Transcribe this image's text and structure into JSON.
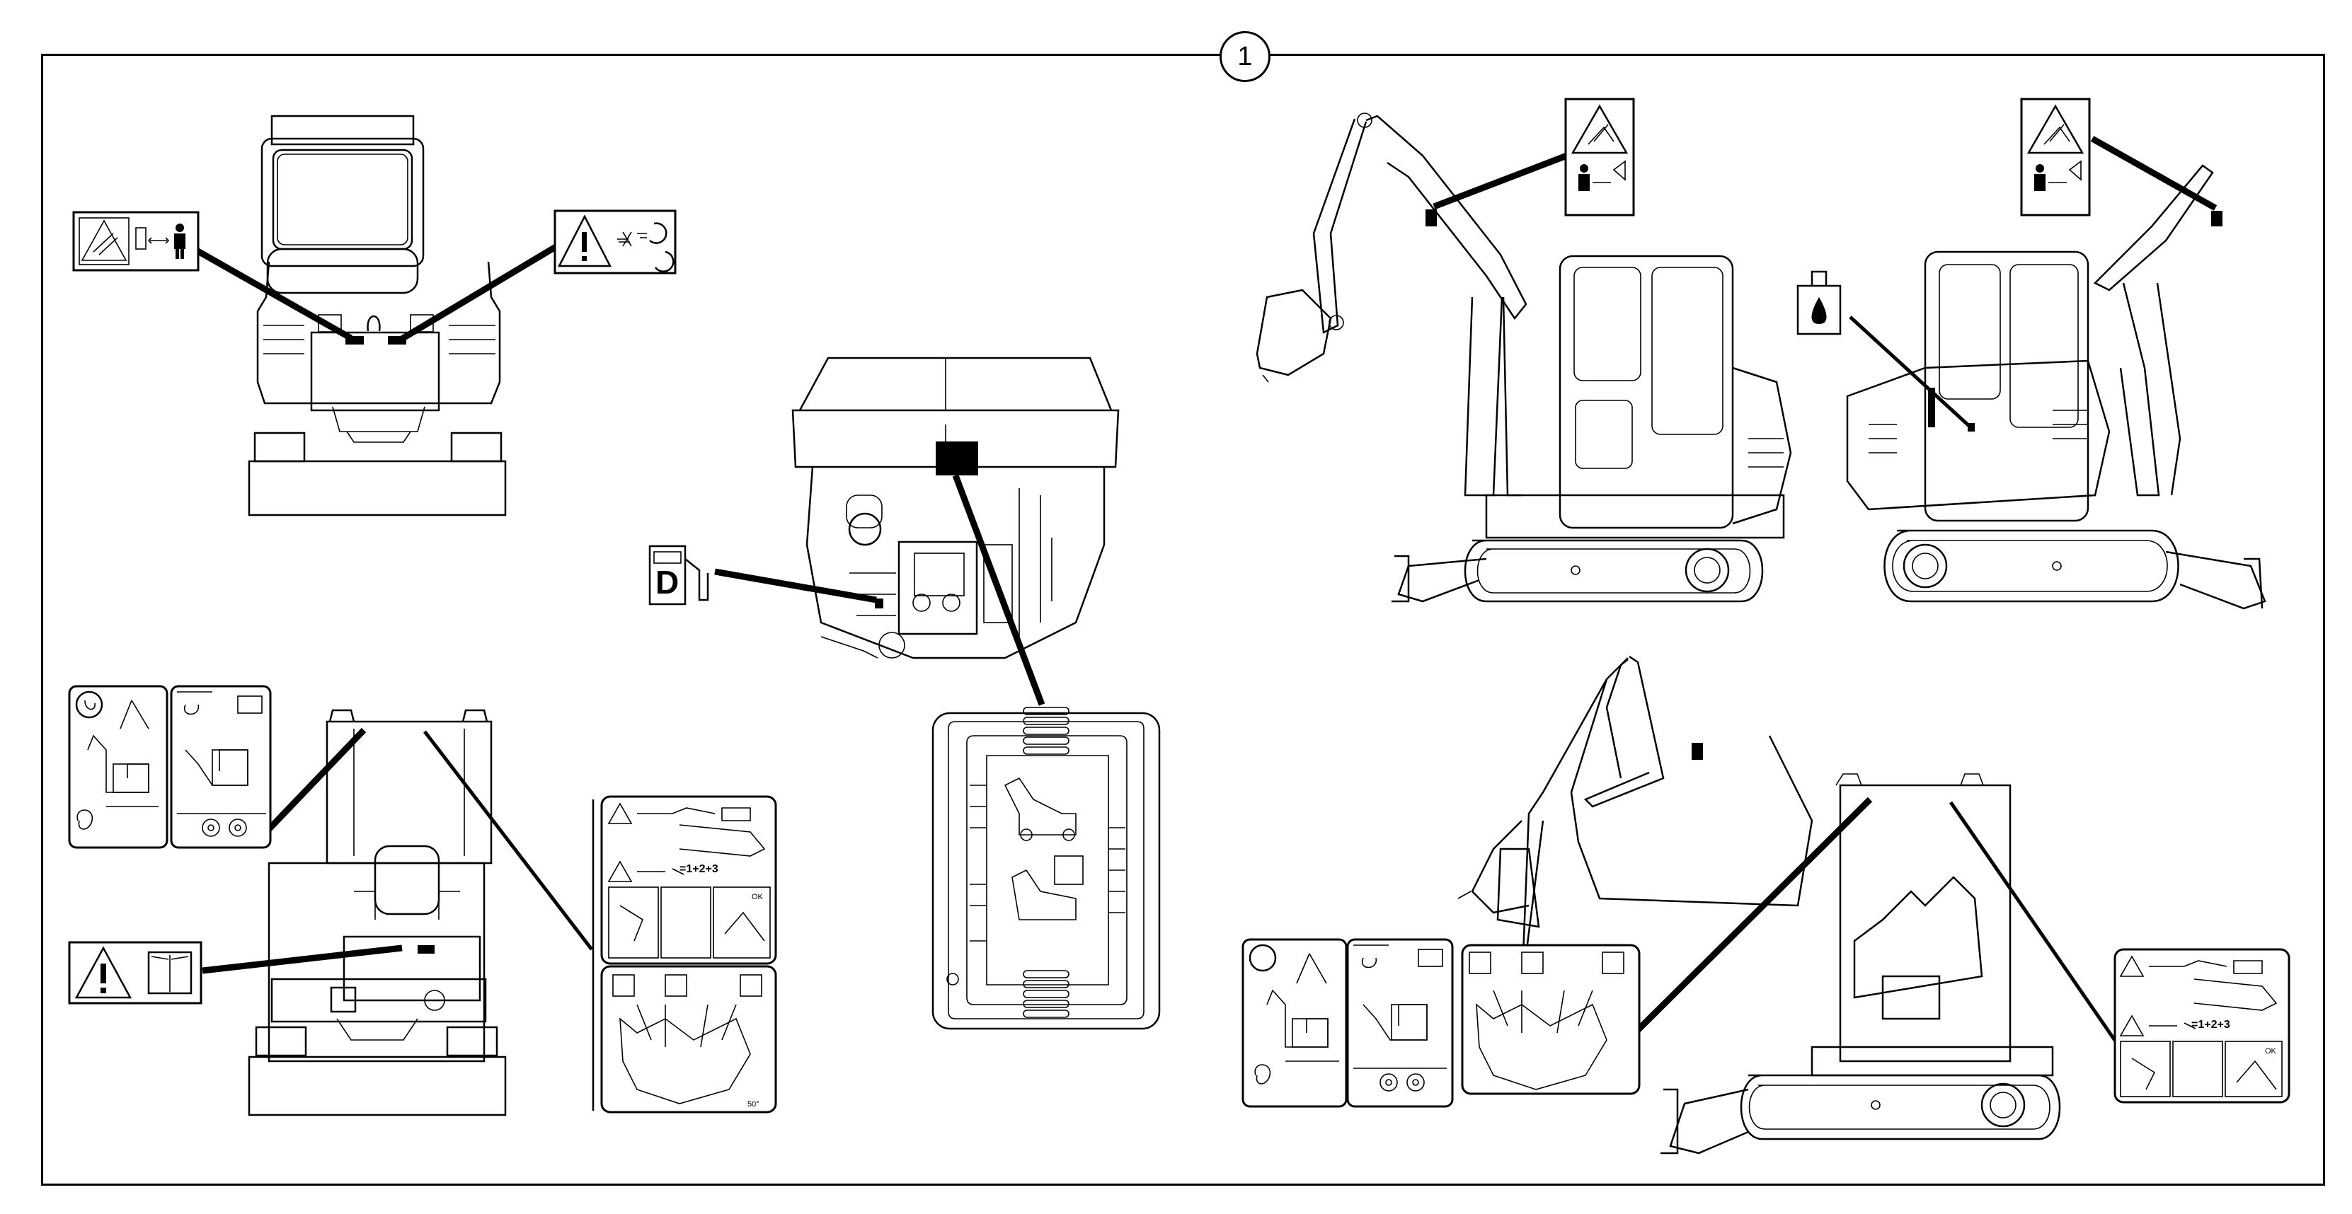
{
  "figure": {
    "callout_number": "1"
  },
  "icons": {
    "warning": "warning-triangle-icon",
    "operator": "operator-figure-icon",
    "fuel": "diesel-fuel-pump-icon",
    "hydraulic_oil": "hydraulic-oil-reservoir-icon",
    "manual": "operator-manual-book-icon",
    "lifting": "lifting-hook-icon",
    "crush": "crush-hazard-icon"
  },
  "labels": {
    "fuel_letter": "D",
    "decal_formula": "=1+2+3",
    "decal_ok": "OK"
  }
}
